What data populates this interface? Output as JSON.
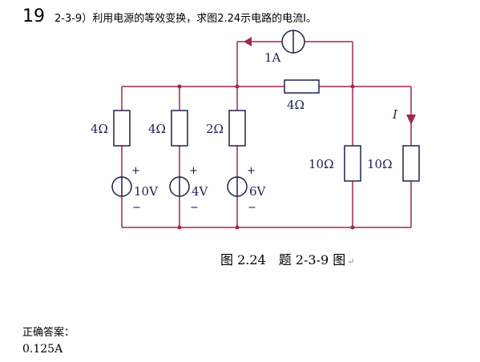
{
  "question": {
    "number": "19",
    "text": "2-3-9）利用电源的等效变换，求图2.24示电路的电流I。"
  },
  "circuit": {
    "wire_color": "#a0284e",
    "element_color": "#202050",
    "current_source_label": "1A",
    "series_resistor_label": "4Ω",
    "branches": [
      {
        "resistor_label": "4Ω",
        "source_label": "10V",
        "plus": "+",
        "minus": "−"
      },
      {
        "resistor_label": "4Ω",
        "source_label": "4V",
        "plus": "+",
        "minus": "−"
      },
      {
        "resistor_label": "2Ω",
        "source_label": "6V",
        "plus": "+",
        "minus": "−"
      }
    ],
    "right_resistors": [
      "10Ω",
      "10Ω"
    ],
    "current_label": "I"
  },
  "caption": {
    "text": "图 2.24　题 2-3-9 图",
    "mark": "↵"
  },
  "answer": {
    "label": "正确答案：",
    "value": "0.125A"
  }
}
